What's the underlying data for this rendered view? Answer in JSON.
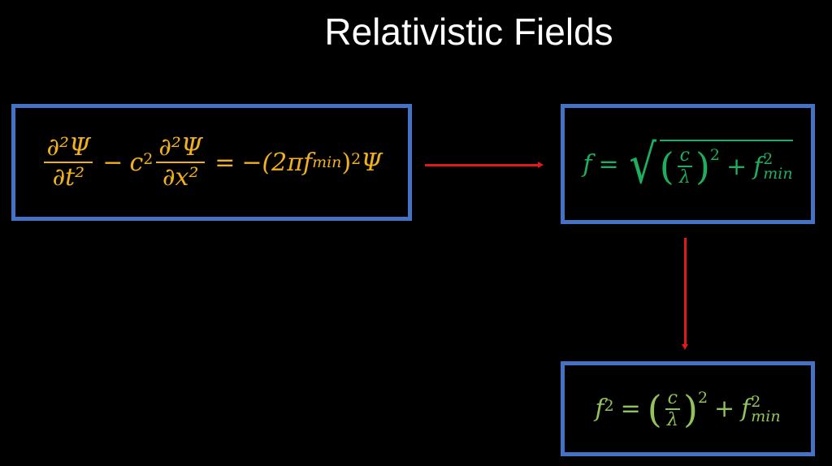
{
  "title": "Relativistic Fields",
  "colors": {
    "box_border": "#4472c4",
    "arrow": "#e0191b",
    "eq1": "#f0b020",
    "eq2": "#1fae5e",
    "eq3": "#93c25a"
  },
  "eq1": {
    "num1": "∂²Ψ",
    "den1": "∂t²",
    "minus": "−",
    "c": "c",
    "c_exp": "2",
    "num2": "∂²Ψ",
    "den2": "∂x²",
    "equals": "=",
    "rhs": "−(2πf",
    "rhs_sub": "min",
    "rhs_close": ")",
    "rhs_exp": "2",
    "psi": "Ψ"
  },
  "eq2": {
    "lhs": "f",
    "equals": "=",
    "lparen": "(",
    "num": "c",
    "den": "λ",
    "rparen": ")",
    "exp": "2",
    "plus": "+",
    "f": "f",
    "f_exp": "2",
    "f_sub": "min",
    "radical": "√"
  },
  "eq3": {
    "lhs": "f",
    "lhs_exp": "2",
    "equals": "=",
    "lparen": "(",
    "num": "c",
    "den": "λ",
    "rparen": ")",
    "exp": "2",
    "plus": "+",
    "f": "f",
    "f_exp": "2",
    "f_sub": "min"
  }
}
